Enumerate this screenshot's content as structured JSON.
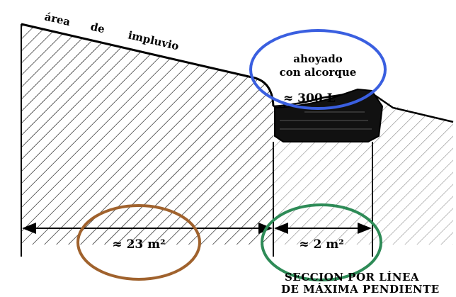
{
  "slope_words": [
    "área",
    "de",
    "impluvio"
  ],
  "pit_label_line1": "ahoyado",
  "pit_label_line2": "con alcorque",
  "volume_label": "≈ 300 L",
  "area_left_label": "≈ 23  m²",
  "area_right_label": "≈ 2 m²",
  "caption_line1": "SECCION POR LÍNEA",
  "caption_line2": "DE MÁXIMA PENDIENTE",
  "colors": {
    "ellipse_blue": "#3a5fe0",
    "ellipse_brown": "#a0622d",
    "ellipse_green": "#2e8b57",
    "ink": "#000000"
  }
}
